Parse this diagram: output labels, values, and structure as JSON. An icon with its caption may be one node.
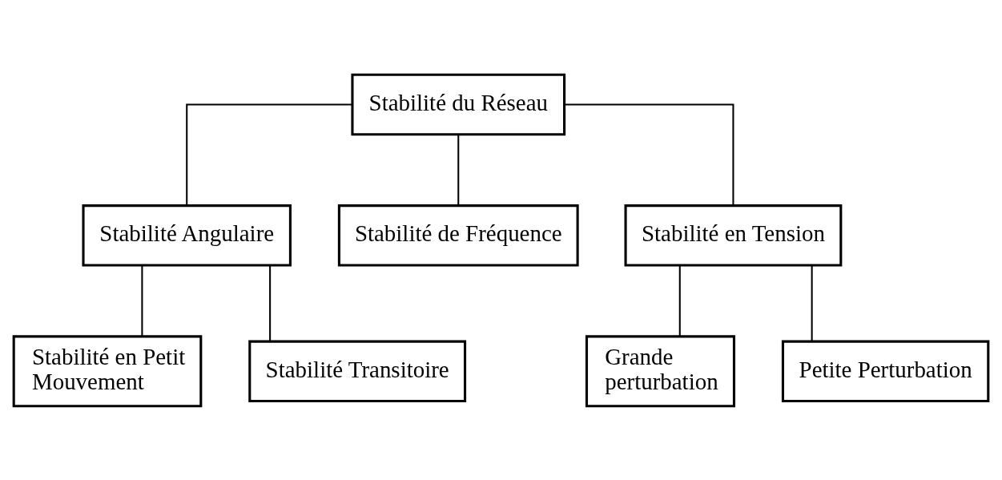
{
  "diagram": {
    "nodes": [
      {
        "text": [
          "Stabilité du Réseau"
        ]
      },
      {
        "text": [
          "Stabilité Angulaire"
        ]
      },
      {
        "text": [
          "Stabilité de Fréquence"
        ]
      },
      {
        "text": [
          "Stabilité en Tension"
        ]
      },
      {
        "text": [
          "Stabilité en Petit Mouvement"
        ]
      },
      {
        "text": [
          "Stabilité Transitoire"
        ]
      },
      {
        "text": [
          "Grande perturbation"
        ]
      },
      {
        "text": [
          "Petite Perturbation"
        ]
      }
    ],
    "edges": [
      {
        "from": 0,
        "to": 1,
        "arrow": "none"
      },
      {
        "from": 0,
        "to": 2,
        "arrow": "none"
      },
      {
        "from": 0,
        "to": 3,
        "arrow": "none"
      },
      {
        "from": 1,
        "to": 4,
        "arrow": "none"
      },
      {
        "from": 1,
        "to": 5,
        "arrow": "none"
      },
      {
        "from": 3,
        "to": 6,
        "arrow": "none"
      },
      {
        "from": 3,
        "to": 7,
        "arrow": "none"
      }
    ]
  }
}
